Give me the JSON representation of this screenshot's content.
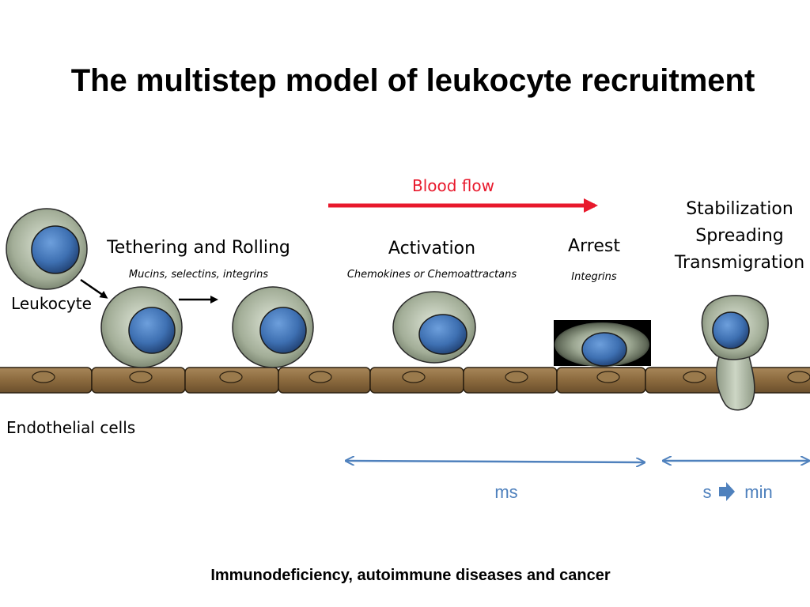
{
  "title": "The multistep model of leukocyte recruitment",
  "blood_flow": "Blood flow",
  "leukocyte_label": "Leukocyte",
  "steps": {
    "tethering": {
      "label": "Tethering and Rolling",
      "molecules": "Mucins, selectins, integrins"
    },
    "activation": {
      "label": "Activation",
      "molecules": "Chemokines or Chemoattractans"
    },
    "arrest": {
      "label": "Arrest",
      "molecules": "Integrins"
    },
    "stabilization": {
      "line1": "Stabilization",
      "line2": "Spreading",
      "line3": "Transmigration"
    }
  },
  "endothelial_label": "Endothelial cells",
  "timescales": {
    "fast": "ms",
    "slow_from": "s",
    "slow_to": "min"
  },
  "footer": "Immunodeficiency, autoimmune diseases and cancer",
  "colors": {
    "blood_flow": "#e8192c",
    "timescale": "#4f81bd",
    "nucleus": "#4a7fbf",
    "cytoplasm": "#a9b49e",
    "endothelium": "#8b6a3e"
  },
  "icons": {
    "timescale_arrow": "arrow-right-bold-icon"
  }
}
